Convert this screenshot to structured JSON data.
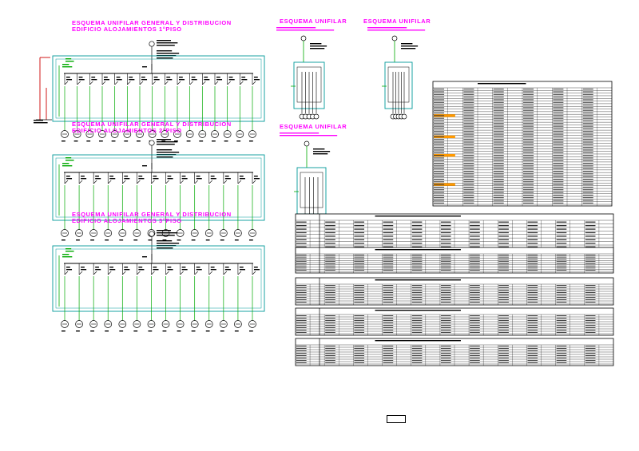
{
  "left_panels": [
    {
      "title_line1": "ESQUEMA UNIFILAR GENERAL Y DISTRIBUCION",
      "title_line2": "EDIFICIO ALOJAMIENTOS 1°PISO"
    },
    {
      "title_line1": "ESQUEMA UNIFILAR GENERAL Y DISTRIBUCION",
      "title_line2": "EDIFICIO ALOJAMIENTOS 2°PISO"
    },
    {
      "title_line1": "ESQUEMA UNIFILAR GENERAL Y DISTRIBUCION",
      "title_line2": "EDIFICIO ALOJAMIENTOS 3°PISO"
    }
  ],
  "small_panels": [
    {
      "title": "ESQUEMA UNIFILAR"
    },
    {
      "title": "ESQUEMA UNIFILAR"
    },
    {
      "title": "ESQUEMA UNIFILAR"
    }
  ],
  "page_number": "",
  "colors": {
    "title": "#ff00ff",
    "panel": "#009999",
    "feeder": "#00aa00",
    "supply": "#cc0000",
    "line": "#000000"
  }
}
